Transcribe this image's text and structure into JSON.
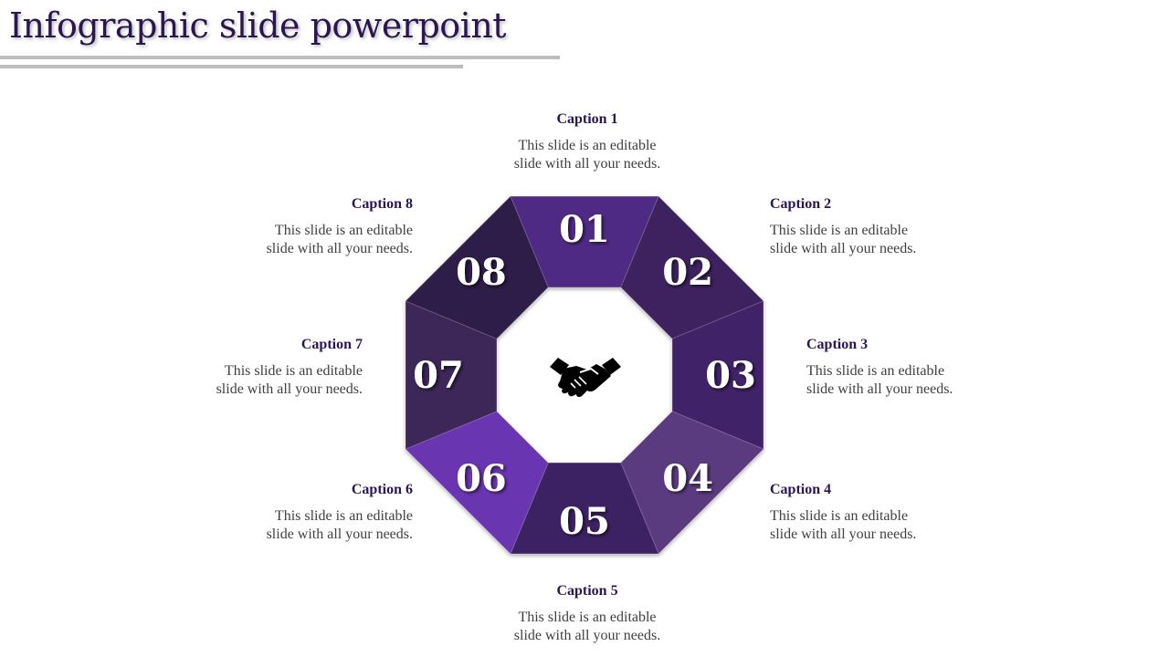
{
  "title": "Infographic slide powerpoint",
  "center_icon": "handshake-icon",
  "segments": [
    {
      "number": "01",
      "color": "#4f2c84"
    },
    {
      "number": "02",
      "color": "#3c205f"
    },
    {
      "number": "03",
      "color": "#402268"
    },
    {
      "number": "04",
      "color": "#5a3b80"
    },
    {
      "number": "05",
      "color": "#3d2163"
    },
    {
      "number": "06",
      "color": "#6a35b0"
    },
    {
      "number": "07",
      "color": "#3e2558"
    },
    {
      "number": "08",
      "color": "#2e1a4a"
    }
  ],
  "captions": [
    {
      "heading": "Caption 1",
      "line1": "This slide is an editable",
      "line2": "slide with all your needs."
    },
    {
      "heading": "Caption 2",
      "line1": "This slide is an editable",
      "line2": "slide with all your needs."
    },
    {
      "heading": "Caption 3",
      "line1": "This slide is an editable",
      "line2": "slide with all your needs."
    },
    {
      "heading": "Caption 4",
      "line1": "This slide is an editable",
      "line2": "slide with all your needs."
    },
    {
      "heading": "Caption 5",
      "line1": "This slide is an editable",
      "line2": "slide with all your needs."
    },
    {
      "heading": "Caption 6",
      "line1": "This slide is an editable",
      "line2": "slide with all your needs."
    },
    {
      "heading": "Caption 7",
      "line1": "This slide is an editable",
      "line2": "slide with all your needs."
    },
    {
      "heading": "Caption 8",
      "line1": "This slide is an editable",
      "line2": "slide with all your needs."
    }
  ]
}
